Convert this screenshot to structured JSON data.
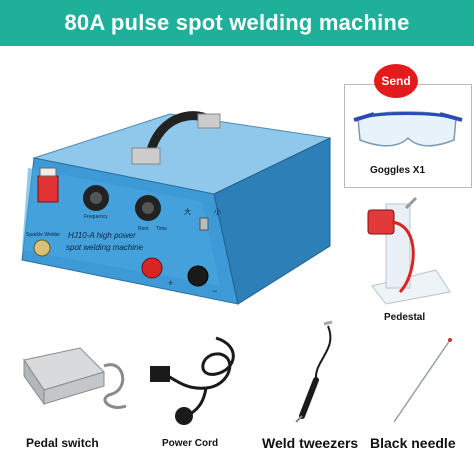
{
  "banner": {
    "title": "80A pulse spot welding machine",
    "color": "#1fb09a"
  },
  "send_badge": {
    "label": "Send",
    "color": "#e31b1b"
  },
  "machine": {
    "model_label_line1": "HJ10-A high power",
    "model_label_line2": "spot welding machine",
    "brand": "Sparkle Welder",
    "knob_left_label": "Frequency",
    "knob_right_label_1": "Rent",
    "knob_right_label_2": "Time",
    "switch_big": "大",
    "switch_small": "小",
    "plus": "+",
    "minus": "−"
  },
  "accessories": {
    "goggles": "Goggles X1",
    "pedestal": "Pedestal",
    "pedal_switch": "Pedal switch",
    "power_cord": "Power Cord",
    "weld_tweezers": "Weld tweezers",
    "black_needle": "Black needle"
  }
}
